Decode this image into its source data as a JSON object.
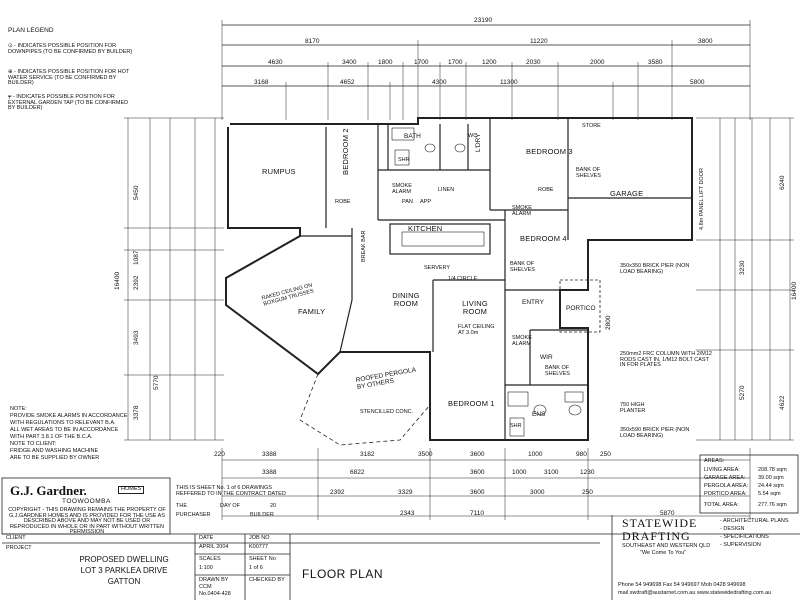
{
  "legend": {
    "title": "PLAN LEGEND",
    "downpipe": "- INDICATES POSSIBLE POSITION FOR DOWNPIPES (TO BE CONFIRMED BY BUILDER)",
    "hws": "- INDICATES POSSIBLE POSITION FOR HOT WATER SERVICE (TO BE CONFIRMED BY BUILDER)",
    "tap": "- INDICATES POSSIBLE POSITION FOR EXTERNAL GARDEN TAP (TO BE CONFIRMED BY BUILDER)"
  },
  "top_dims": {
    "overall": "23190",
    "row2": [
      "8170",
      "11220",
      "3800"
    ],
    "row3": [
      "4630",
      "3400",
      "1800",
      "1700",
      "1700",
      "1200",
      "2030",
      "2000",
      "3580"
    ],
    "row4": [
      "3168",
      "4652",
      "4300",
      "11300",
      "5800"
    ]
  },
  "rooms": {
    "rumpus": "RUMPUS",
    "bed2": "BEDROOM 2",
    "bath": "BATH",
    "ldry": "L'DRY",
    "bed3": "BEDROOM 3",
    "garage": "GARAGE",
    "kitchen": "KITCHEN",
    "bed4": "BEDROOM 4",
    "family": "FAMILY",
    "dining": "DINING ROOM",
    "living": "LIVING ROOM",
    "entry": "ENTRY",
    "portico": "PORTICO",
    "wir": "WIR",
    "bed1": "BEDROOM 1",
    "ens": "ENS",
    "pergola": "ROOFED PERGOLA BY OTHERS",
    "stencilled": "STENCILLED CONC.",
    "baked_ceiling": "RAKED CEILING ON BOXGUM TRUSSES",
    "flat_ceiling": "FLAT CEILING AT 3.0m",
    "circle": "1/4 CIRCLE",
    "store": "STORE",
    "robe": "ROBE",
    "linen": "LINEN",
    "pan": "PAN",
    "app": "APP",
    "servery": "SERVERY",
    "wc": "WC",
    "shr": "SHR",
    "break_bar": "BREAK BAR",
    "shelves": "BANK OF SHELVES",
    "smoke": "SMOKE ALARM",
    "panel_lift": "4.8m PANEL LIFT DOOR"
  },
  "notes": {
    "brick_pier_1": "350x350 BRICK PIER (NON LOAD BEARING)",
    "brick_pier_2": "350x590 BRICK PIER (NON LOAD BEARING)",
    "frc_column": "250mm2 FRC COLUMN WITH 2/M12 RODS CAST IN, 1/M12 BOLT CAST IN FOR PLATES",
    "planter": "750 HIGH PLANTER",
    "note_lines": [
      "NOTE:",
      "PROVIDE SMOKE ALARMS IN ACCORDANCE",
      "WITH REGULATIONS TO RELEVANT B.A.",
      "ALL WET AREAS TO BE IN ACCORDANCE",
      "WITH PART 3.8.1 OF THE B.C.A.",
      "NOTE TO CLIENT:",
      "FRIDGE AND WASHING MACHINE",
      "ARE TO BE SUPPLIED BY OWNER"
    ]
  },
  "bottom_dims": {
    "row1": [
      "220",
      "3388",
      "3182",
      "3500",
      "3600",
      "1000",
      "980",
      "250"
    ],
    "row2": [
      "3388",
      "6822",
      "3600",
      "1000",
      "3100",
      "1230"
    ],
    "row3": [
      "2392",
      "3329",
      "3600",
      "3000",
      "250"
    ],
    "row4": [
      "2343",
      "7110",
      "5870"
    ]
  },
  "left_dims": [
    "5450",
    "1087",
    "2392",
    "3493",
    "5770",
    "3378",
    "16400"
  ],
  "right_dims": [
    "6240",
    "3230",
    "2800",
    "4622",
    "5270",
    "16400"
  ],
  "areas": {
    "title": "AREAS:",
    "rows": [
      {
        "label": "LIVING AREA:",
        "value": "208.78 sqm"
      },
      {
        "label": "GARAGE AREA:",
        "value": "39.00 sqm"
      },
      {
        "label": "PERGOLA AREA:",
        "value": "24.44 sqm"
      },
      {
        "label": "PORTICO AREA:",
        "value": "5.54 sqm"
      }
    ],
    "total_label": "TOTAL AREA:",
    "total_value": "277.76 sqm"
  },
  "titleblock": {
    "company": "G.J. Gardner.",
    "company_sub": "HOMES",
    "city": "TOOWOOMBA",
    "copyright": "COPYRIGHT - THIS DRAWING REMAINS THE PROPERTY OF G.J.GARDNER HOMES AND IS PROVIDED FOR THE USE AS DESCRIBED ABOVE AND MAY NOT BE USED OR REPRODUCED IN WHOLE OR IN PART WITHOUT WRITTEN PERMISSION",
    "sheet_text": "THIS IS SHEET No. 1 of 6 DRAWINGS REFFERED TO IN THE CONTRACT DATED",
    "purchaser": "PURCHASER",
    "builder": "BUILDER",
    "the": "THE",
    "day_of": "DAY OF",
    "year": "20",
    "client_label": "CLIENT",
    "project_label": "PROJECT",
    "project": [
      "PROPOSED DWELLING",
      "LOT 3 PARKLEA DRIVE",
      "GATTON"
    ],
    "date_label": "DATE",
    "date": "APRIL 2004",
    "job_label": "JOB NO",
    "job": "K00777",
    "scales_label": "SCALES",
    "scale": "1:100",
    "sheet_label": "SHEET No",
    "sheet_no": "1 of 6",
    "drawn_label": "DRAWN BY",
    "drawn": "CCM",
    "checked_label": "CHECKED BY",
    "license": "No.0404-428",
    "drawing_title": "FLOOR PLAN"
  },
  "drafting": {
    "name1": "STATEWIDE",
    "name2": "DRAFTING",
    "region": "SOUTHEAST AND WESTERN QLD",
    "slogan": "\"We Come To You\"",
    "services": [
      "- ARCHITECTURAL PLANS",
      "- DESIGN",
      "- SPECIFICATIONS",
      "- SUPERVISION"
    ],
    "contact": "Phone 54 949698  Fax 54 949697  Mob 0428 949698",
    "email": "mail swdraft@austarnet.com.au  www.statewidedrafting.com.au"
  }
}
